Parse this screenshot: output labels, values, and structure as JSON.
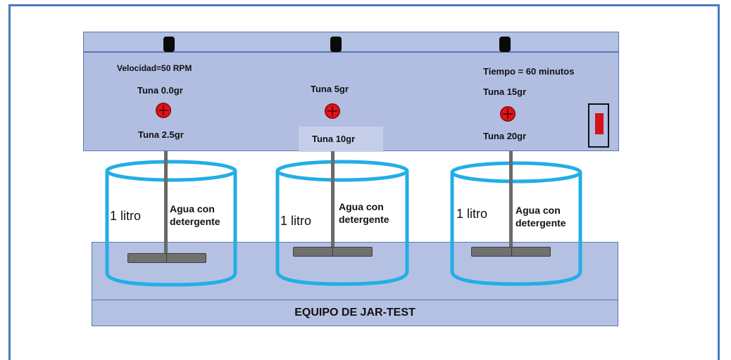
{
  "title": "EQUIPO DE JAR-TEST",
  "speed": "Velocidad=50 RPM",
  "time": "Tiempo = 60 minutos",
  "samples": {
    "s1_top": "Tuna 0.0gr",
    "s1_bottom": "Tuna 2.5gr",
    "s2_top": "Tuna 5gr",
    "s2_bottom": "Tuna 10gr",
    "s3_top": "Tuna 15gr",
    "s3_bottom": "Tuna 20gr"
  },
  "jars": [
    {
      "volume": "1 litro",
      "content_line1": "Agua con",
      "content_line2": "detergente"
    },
    {
      "volume": "1 litro",
      "content_line1": "Agua con",
      "content_line2": "detergente"
    },
    {
      "volume": "1 litro",
      "content_line1": "Agua con",
      "content_line2": "detergente"
    }
  ],
  "colors": {
    "panel": "#b1bee2",
    "jar_outline": "#22aee6",
    "knob": "#0a0a0a",
    "button": "#e0151a"
  }
}
